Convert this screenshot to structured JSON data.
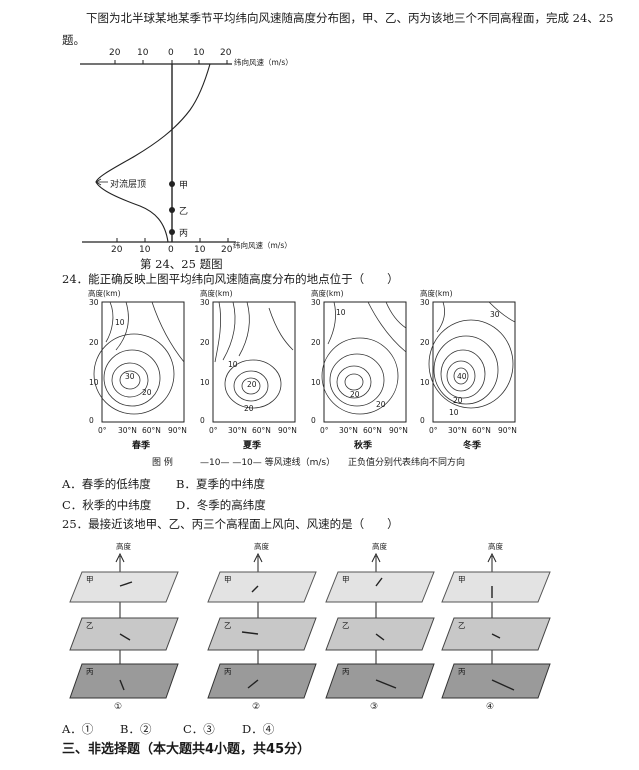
{
  "intro": {
    "line1": "下图为北半球某地某季节平均纬向风速随高度分布图，甲、乙、丙为该地三个不同高程面，完成 24、25",
    "line2": "题。"
  },
  "fig1": {
    "top_ticks": [
      "20",
      "10",
      "0",
      "10",
      "20"
    ],
    "bottom_ticks": [
      "20",
      "10",
      "0",
      "10",
      "20"
    ],
    "top_axis_label": "纬向风速（m/s）",
    "bottom_axis_label": "纬向风速（m/s）",
    "tropopause_label": "对流层顶",
    "level_jia": "甲",
    "level_yi": "乙",
    "level_bing": "丙",
    "caption": "第 24、25 题图"
  },
  "q24": {
    "stem": "24．能正确反映上图平均纬向风速随高度分布的地点位于（　　）",
    "y_label": "高度(km)",
    "y_ticks": [
      "30",
      "20",
      "10",
      "0"
    ],
    "x_ticks": [
      "0°",
      "30°N",
      "60°N",
      "90°N"
    ],
    "panels": [
      {
        "season": "春季",
        "center": "30",
        "rings": [
          "10",
          "20"
        ]
      },
      {
        "season": "夏季",
        "center": "20",
        "rings": [
          "10",
          "20"
        ]
      },
      {
        "season": "秋季",
        "center": "20",
        "rings": [
          "10",
          "20"
        ]
      },
      {
        "season": "冬季",
        "center": "40",
        "rings": [
          "30",
          "20",
          "10"
        ]
      }
    ],
    "legend_title": "图 例",
    "legend_lines": "—10— —10— 等风速线（m/s）",
    "legend_note": "正负值分别代表纬向不同方向",
    "options": {
      "A": "A．春季的低纬度",
      "B": "B．夏季的中纬度",
      "C": "C．秋季的中纬度",
      "D": "D．冬季的高纬度"
    }
  },
  "q25": {
    "stem": "25．最接近该地甲、乙、丙三个高程面上风向、风速的是（　　）",
    "height_label": "高度",
    "plane_labels": [
      "甲",
      "乙",
      "丙"
    ],
    "figure_numbers": [
      "①",
      "②",
      "③",
      "④"
    ],
    "options": {
      "A": "A．①",
      "B": "B．②",
      "C": "C．③",
      "D": "D．④"
    }
  },
  "section3": {
    "title": "三、非选择题（本大题共4小题，共45分）"
  }
}
